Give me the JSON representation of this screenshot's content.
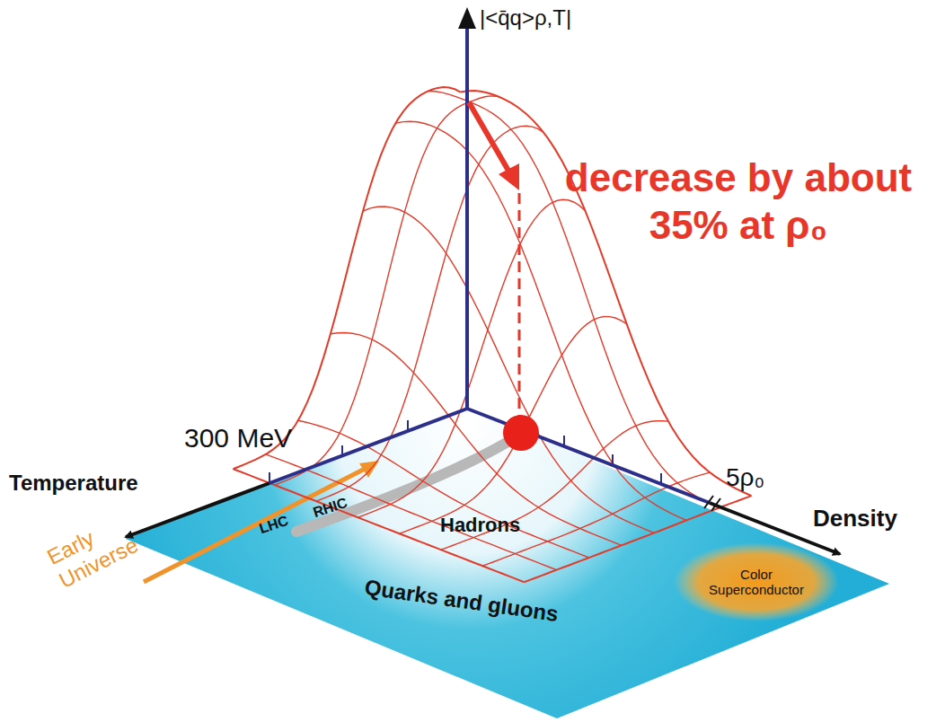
{
  "diagram": {
    "nodes": [
      {
        "text": [
          "Color Superconductor"
        ]
      }
    ],
    "labels": [
      "|<q̄q>ρ,T|",
      "decrease by about 35% at ρ₀",
      "300 MeV",
      "Temperature",
      "5ρ₀",
      "Density",
      "Early Universe",
      "LHC",
      "RHIC",
      "Hadrons",
      "Quarks and gluons"
    ]
  }
}
